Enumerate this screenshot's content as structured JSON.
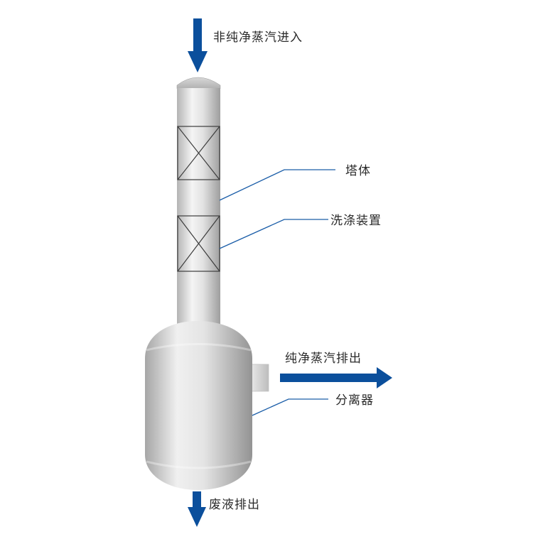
{
  "labels": {
    "inlet": "非纯净蒸汽进入",
    "tower_body": "塔体",
    "washing_device": "洗涤装置",
    "pure_steam_outlet": "纯净蒸汽排出",
    "separator": "分离器",
    "waste_outlet": "废液排出"
  },
  "colors": {
    "arrow": "#0b4f9c",
    "leader_line": "#1a5da8",
    "steel_light": "#f2f2f2",
    "steel_dark": "#a9a9a9",
    "outline": "#444444",
    "text": "#2a2a2a"
  }
}
